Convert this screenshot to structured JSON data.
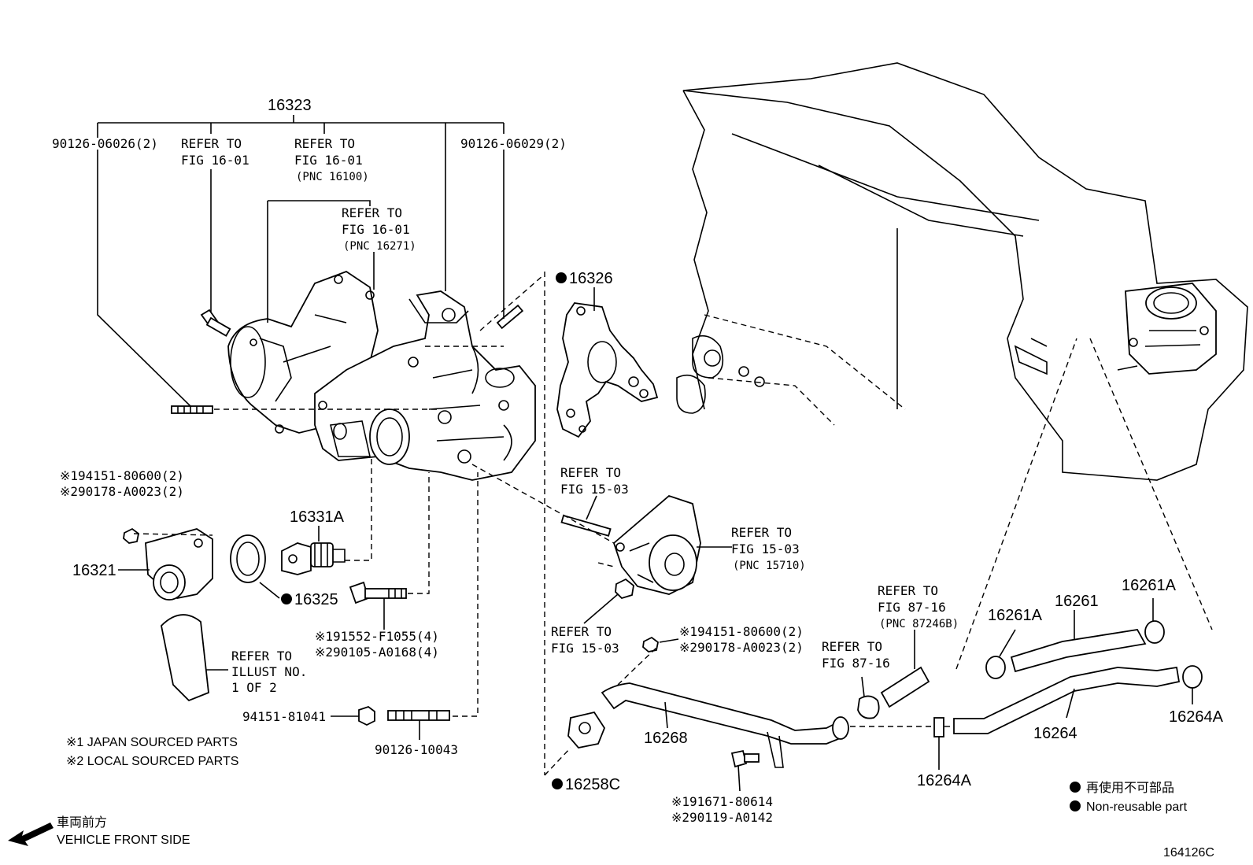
{
  "labels": {
    "p16323": "16323",
    "p90126_06026": "90126-06026(2)",
    "p90126_06029": "90126-06029(2)",
    "refer_to": "REFER TO",
    "fig_16_01": "FIG 16-01",
    "pnc_16100": "(PNC 16100)",
    "pnc_16271": "(PNC 16271)",
    "p16326": "16326",
    "ref1_line1": "※194151-80600(2)",
    "ref1_line2": "※290178-A0023(2)",
    "p16331A": "16331A",
    "p16321": "16321",
    "p16325": "16325",
    "b_line1": "※191552-F1055(4)",
    "b_line2": "※290105-A0168(4)",
    "fig_15_03": "FIG 15-03",
    "pnc_15710": "(PNC 15710)",
    "illust_no": "ILLUST NO.",
    "one_of_two": "1 OF 2",
    "p94151_81041": "94151-81041",
    "p90126_10043": "90126-10043",
    "fig_87_16": "FIG 87-16",
    "pnc_87246B": "(PNC 87246B)",
    "p16261A": "16261A",
    "p16261": "16261",
    "p16268": "16268",
    "p16264": "16264",
    "p16264A": "16264A",
    "p16258C": "16258C",
    "c_line1": "※191671-80614",
    "c_line2": "※290119-A0142",
    "japan_sourced": "※1 JAPAN SOURCED PARTS",
    "local_sourced": "※2 LOCAL SOURCED PARTS",
    "front_jp": "車両前方",
    "front_en": "VEHICLE FRONT SIDE",
    "legend_jp": "再使用不可部品",
    "legend_en": "Non-reusable part",
    "fig_code": "164126C"
  }
}
